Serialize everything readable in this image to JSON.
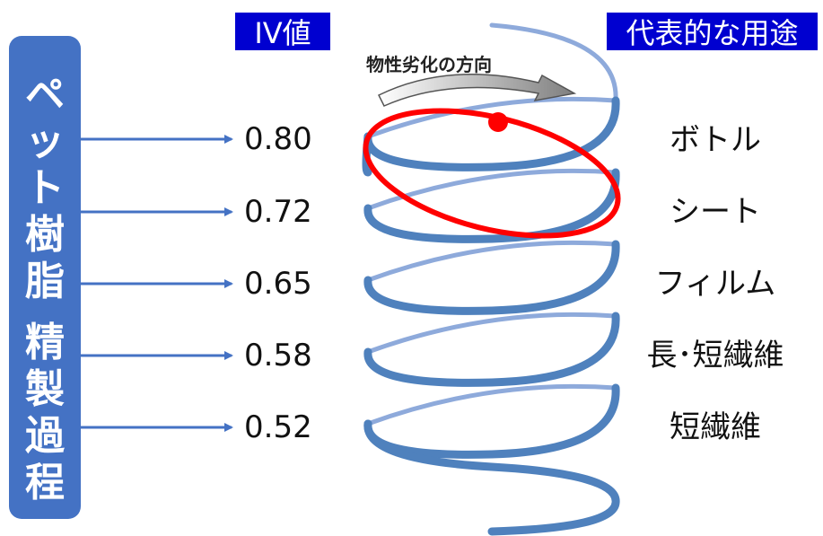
{
  "sidebar": {
    "line1": [
      "ペ",
      "ッ",
      "ト",
      "樹",
      "脂"
    ],
    "line2": [
      "精",
      "製",
      "過",
      "程"
    ]
  },
  "headers": {
    "iv": "IV値",
    "uses": "代表的な用途"
  },
  "direction_label": "物性劣化の方向",
  "rows": [
    {
      "iv": "0.80",
      "use": "ボトル"
    },
    {
      "iv": "0.72",
      "use": "シート"
    },
    {
      "iv": "0.65",
      "use": "フィルム"
    },
    {
      "iv": "0.58",
      "use": "長･短繊維"
    },
    {
      "iv": "0.52",
      "use": "短繊維"
    }
  ],
  "colors": {
    "sidebar": "#4472c4",
    "header": "#0000d0",
    "arrow": "#4472c4",
    "spring": "#4f81bd",
    "highlight": "#ff0000"
  }
}
